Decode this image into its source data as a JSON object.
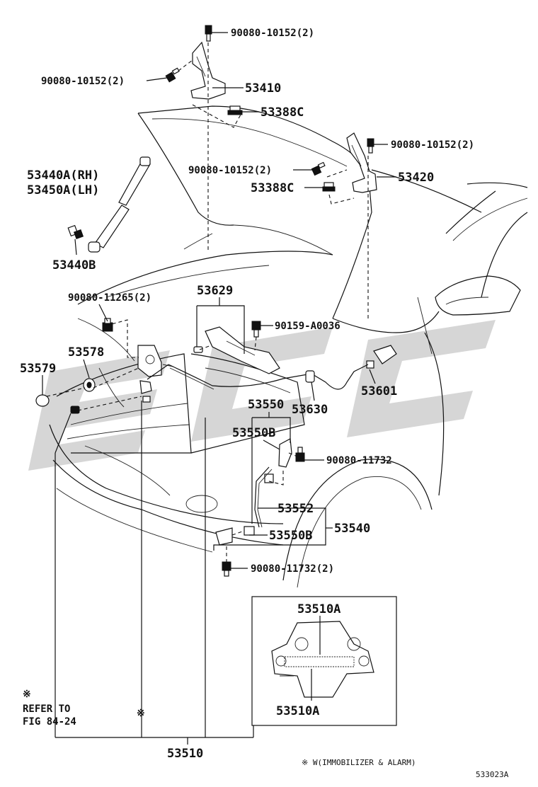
{
  "diagram_id": "533023A",
  "watermark": "ecc",
  "footnote": "※ W(IMMOBILIZER & ALARM)",
  "refer_note": {
    "mark": "※",
    "line1": "REFER TO",
    "line2": "FIG 84-24"
  },
  "second_mark": "※",
  "inset": {
    "top_label": "53510A",
    "bottom_label": "53510A"
  },
  "labels": {
    "p90080_10152_top": "90080-10152(2)",
    "p90080_10152_left": "90080-10152(2)",
    "p53410": "53410",
    "p53388c_top": "53388C",
    "p53440a_rh": "53440A(RH)",
    "p53450a_lh": "53450A(LH)",
    "p53440b": "53440B",
    "p90080_10152_mid": "90080-10152(2)",
    "p90080_10152_right": "90080-10152(2)",
    "p53388c_right": "53388C",
    "p53420": "53420",
    "p90080_11265": "90080-11265(2)",
    "p53629": "53629",
    "p90159_a0036": "90159-A0036",
    "p53578": "53578",
    "p53579": "53579",
    "p53601": "53601",
    "p53630": "53630",
    "p53550": "53550",
    "p53550b_top": "53550B",
    "p90080_11732_right": "90080-11732",
    "p53552": "53552",
    "p53540": "53540",
    "p53550b_bot": "53550B",
    "p90080_11732_bot": "90080-11732(2)",
    "p53510": "53510"
  }
}
